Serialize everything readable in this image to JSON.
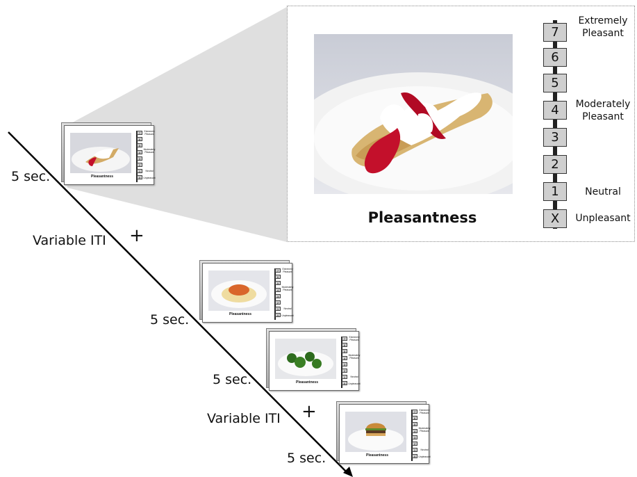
{
  "timeline": {
    "labels": {
      "duration_1": "5 sec.",
      "iti_1": "Variable ITI",
      "fixation_1": "+",
      "duration_2": "5 sec.",
      "duration_3": "5 sec.",
      "iti_2": "Variable ITI",
      "fixation_2": "+",
      "duration_4": "5 sec."
    }
  },
  "zoom": {
    "rating_title": "Pleasantness",
    "scale": [
      "7",
      "6",
      "5",
      "4",
      "3",
      "2",
      "1",
      "X"
    ],
    "anchors": {
      "top": "Extremely Pleasant",
      "middle": "Moderately Pleasant",
      "neutral": "Neutral",
      "bottom": "Unpleasant"
    }
  },
  "screens": [
    {
      "food": "crepe-with-cream",
      "title": "Pleasantness"
    },
    {
      "food": "spaghetti",
      "title": "Pleasantness"
    },
    {
      "food": "broccoli",
      "title": "Pleasantness"
    },
    {
      "food": "burger",
      "title": "Pleasantness"
    }
  ],
  "mini_anchors": {
    "top": "Extremely Pleasant",
    "middle": "Moderately Pleasant",
    "neutral": "Neutral",
    "bottom": "Unpleasant"
  },
  "colors": {
    "scale_box": "#cfcfcf",
    "magnifier_wedge": "#d9d9d9",
    "timeline": "#000000"
  }
}
